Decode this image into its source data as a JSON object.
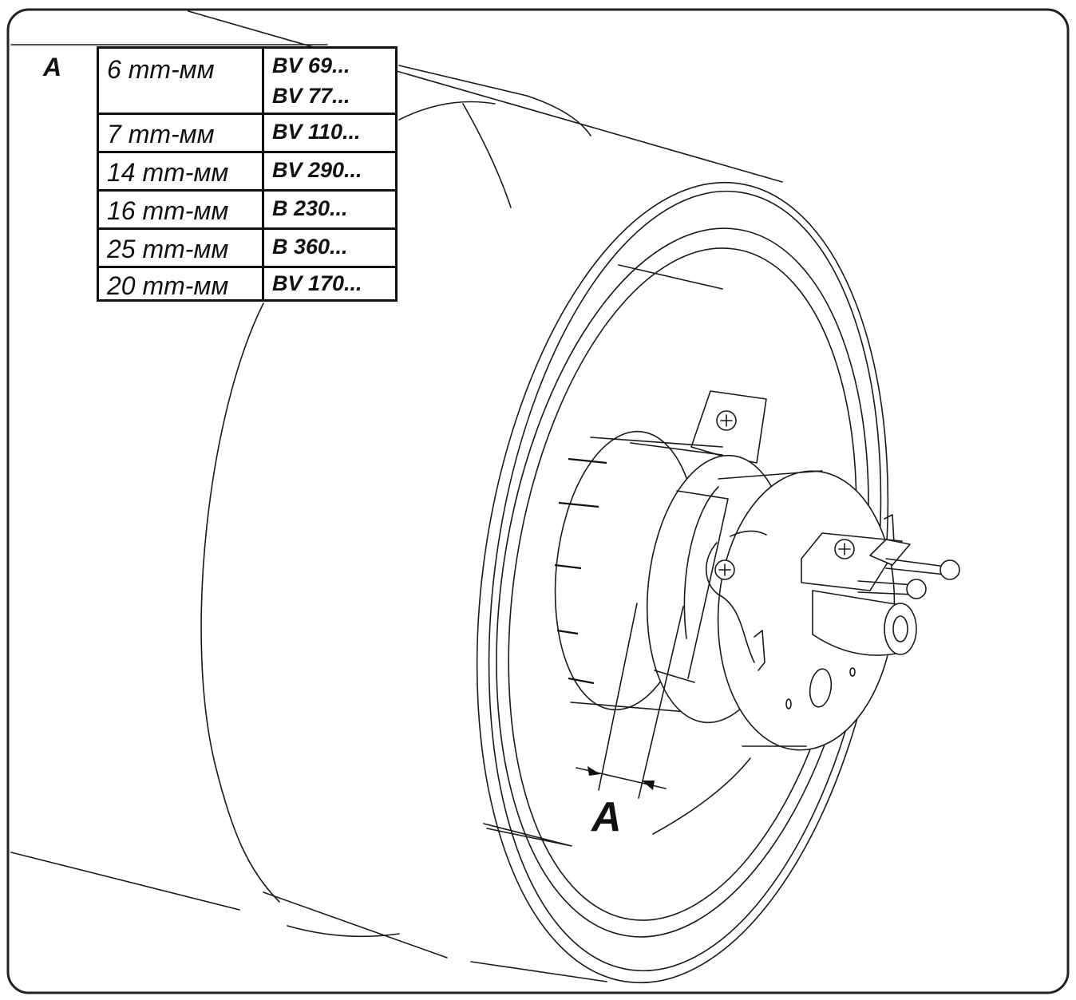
{
  "dimension_label": "A",
  "table": {
    "header_label": "A",
    "rows": [
      {
        "size": "6 mm-мм",
        "codes": [
          "BV 69...",
          "BV 77..."
        ]
      },
      {
        "size": "7 mm-мм",
        "codes": [
          "BV 110..."
        ]
      },
      {
        "size": "14 mm-мм",
        "codes": [
          "BV 290..."
        ]
      },
      {
        "size": "16 mm-мм",
        "codes": [
          "B 230..."
        ]
      },
      {
        "size": "25 mm-мм",
        "codes": [
          "B 360..."
        ]
      },
      {
        "size": "20 mm-мм",
        "codes": [
          "BV 170..."
        ]
      }
    ]
  },
  "colors": {
    "line": "#1a1a1a",
    "background": "#ffffff"
  }
}
